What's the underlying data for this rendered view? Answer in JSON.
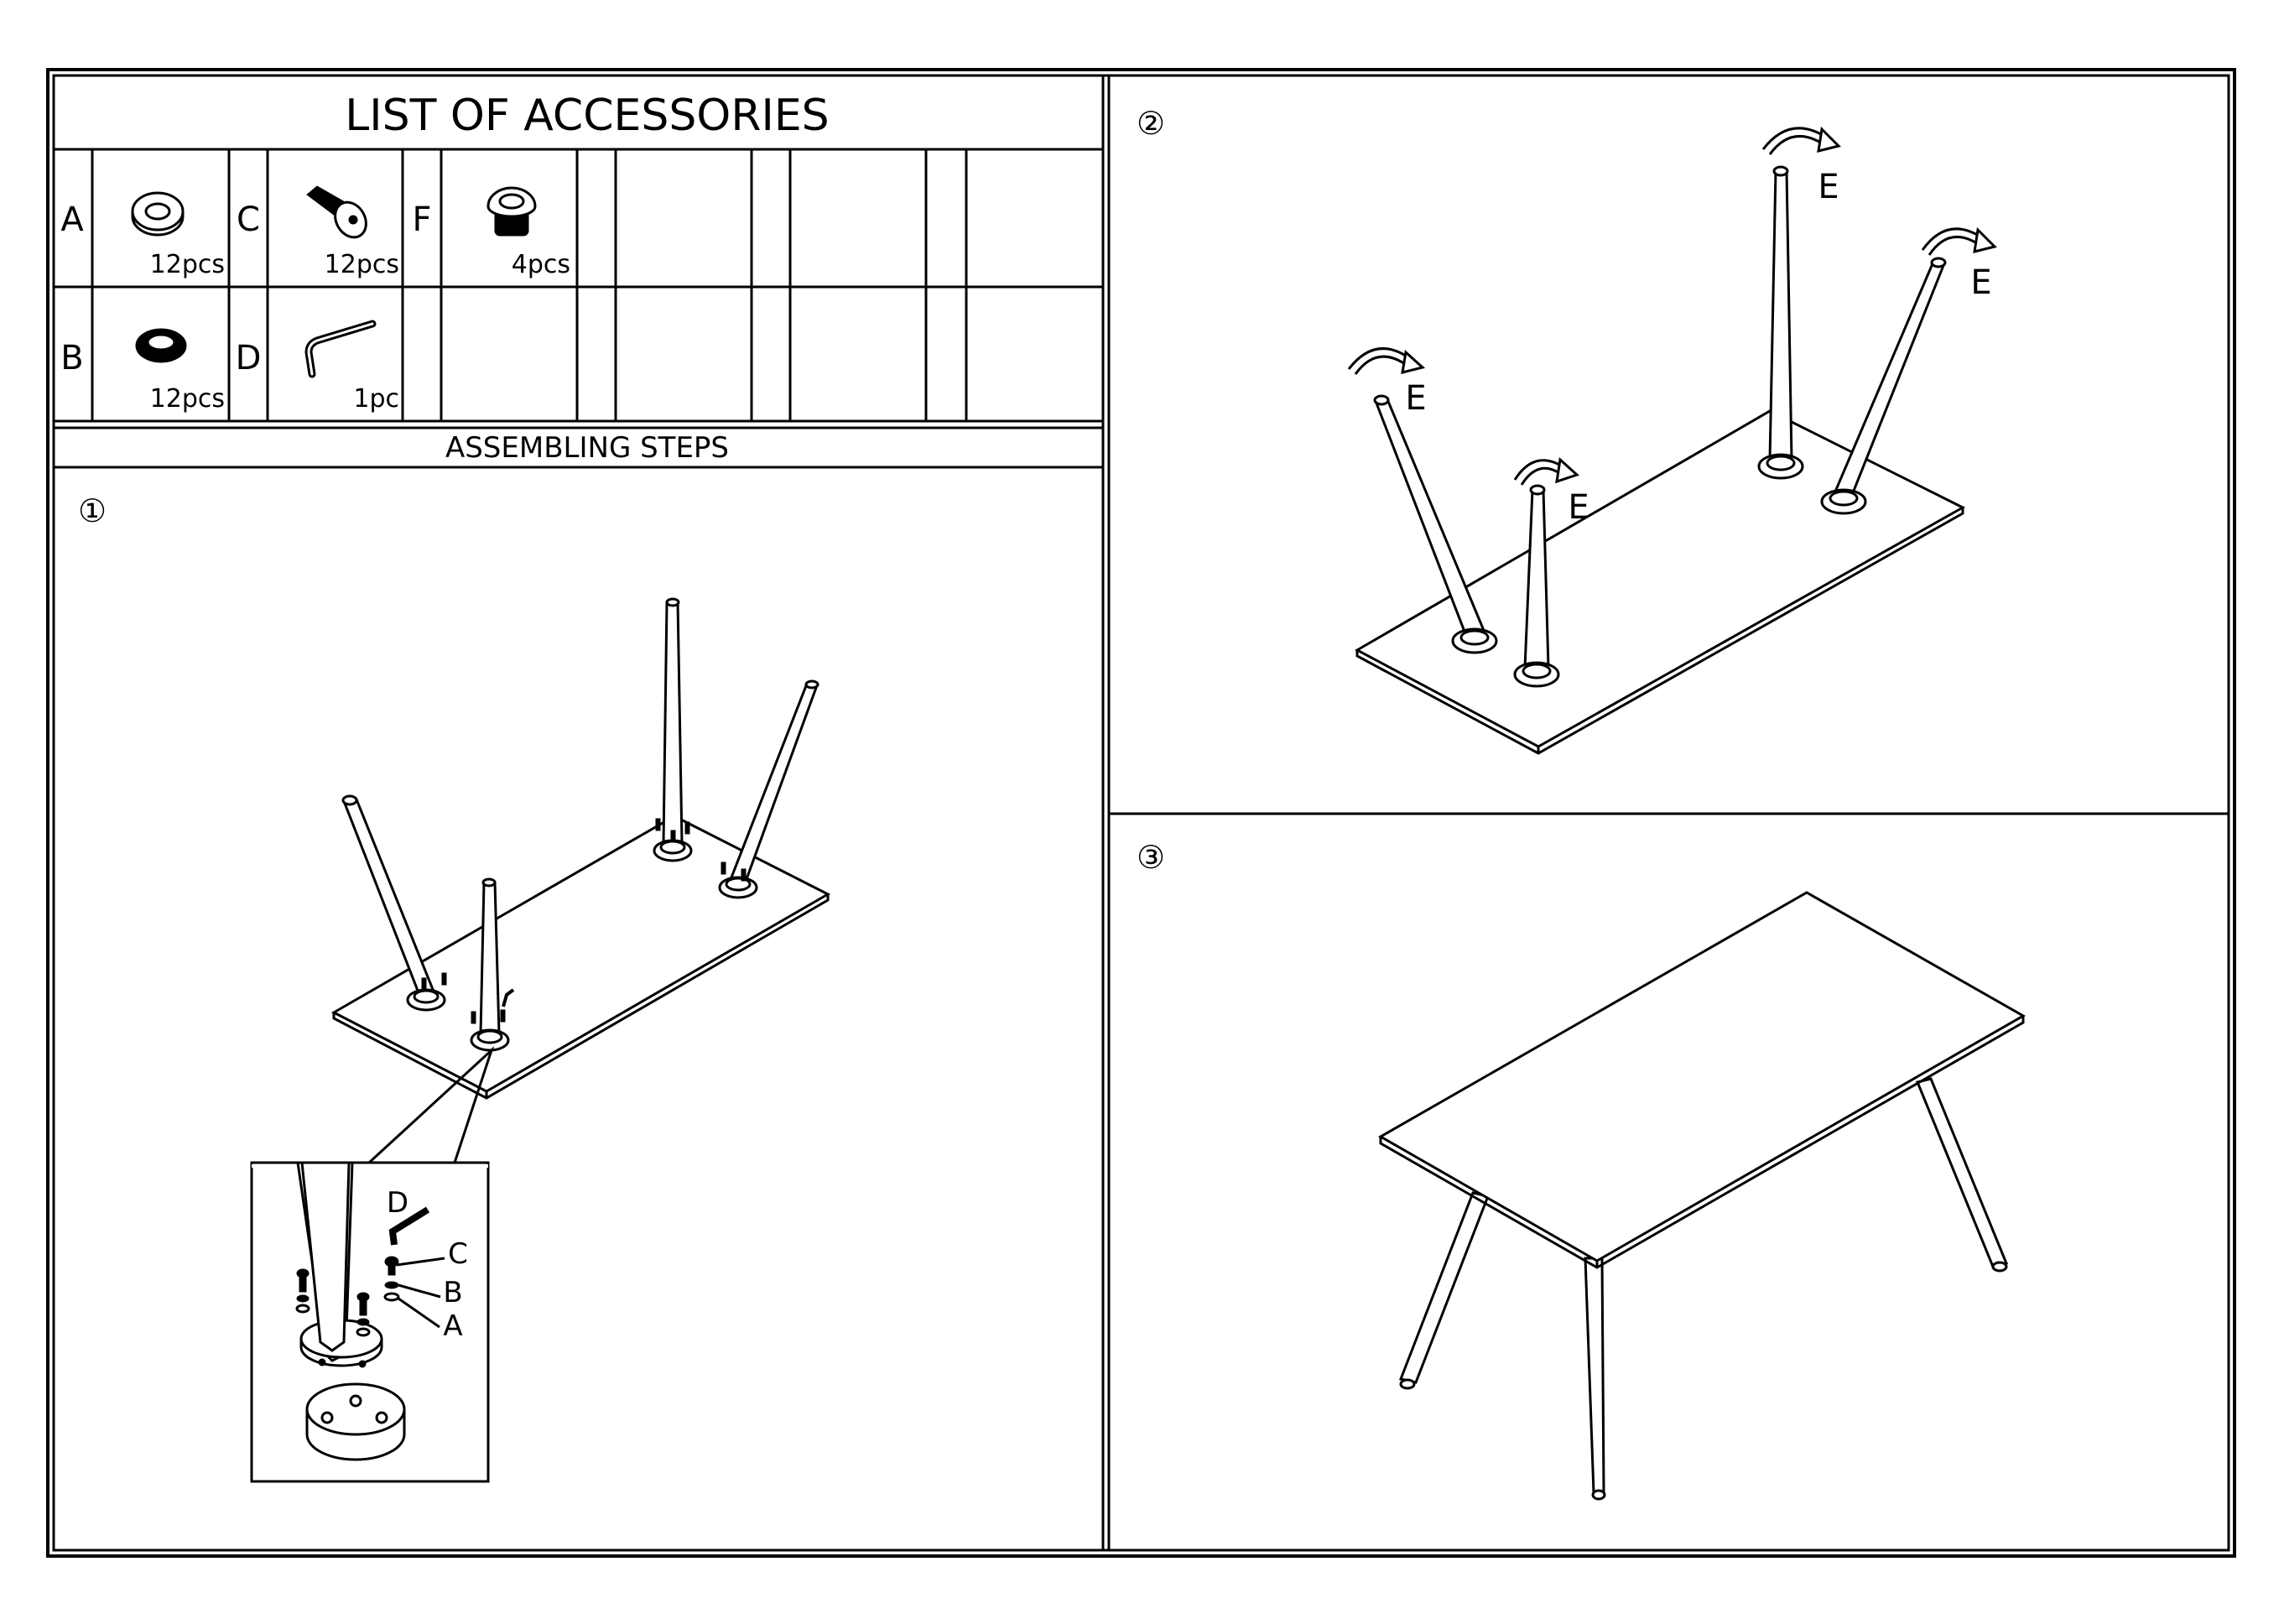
{
  "accessories": {
    "title": "LIST OF ACCESSORIES",
    "items": [
      {
        "letter": "A",
        "qty": "12pcs",
        "icon": "flat-washer-icon"
      },
      {
        "letter": "C",
        "qty": "12pcs",
        "icon": "hex-bolt-icon"
      },
      {
        "letter": "F",
        "qty": "4pcs",
        "icon": "foot-glide-icon"
      },
      {
        "letter": "B",
        "qty": "12pcs",
        "icon": "spring-washer-icon"
      },
      {
        "letter": "D",
        "qty": "1pc",
        "icon": "allen-key-icon"
      }
    ]
  },
  "steps": {
    "heading": "ASSEMBLING STEPS",
    "step1": {
      "number": "①",
      "detail_labels": {
        "d": "D",
        "c": "C",
        "b": "B",
        "a": "A"
      }
    },
    "step2": {
      "number": "②",
      "leg_label": "E"
    },
    "step3": {
      "number": "③"
    }
  }
}
